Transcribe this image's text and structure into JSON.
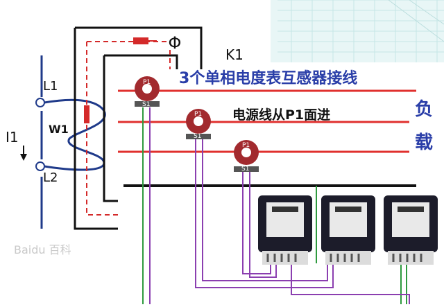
{
  "title": "3个单相电度表互感器接线",
  "subtitle": "电源线从P1面进",
  "load_label_1": "负",
  "load_label_2": "载",
  "schematic": {
    "l1": "L1",
    "l2": "L2",
    "i1": "I1",
    "w1": "W1",
    "k1": "K1",
    "phi": "Φ"
  },
  "ct_label_p1": "P1",
  "ct_label_s1": "S1",
  "watermark": "Baidu 百科",
  "colors": {
    "phase_line": "#e0302e",
    "ct_body": "#a22a2e",
    "wire_purple": "#8b3fb0",
    "wire_green": "#2e9a3e",
    "meter_body": "#1c1c2a"
  }
}
